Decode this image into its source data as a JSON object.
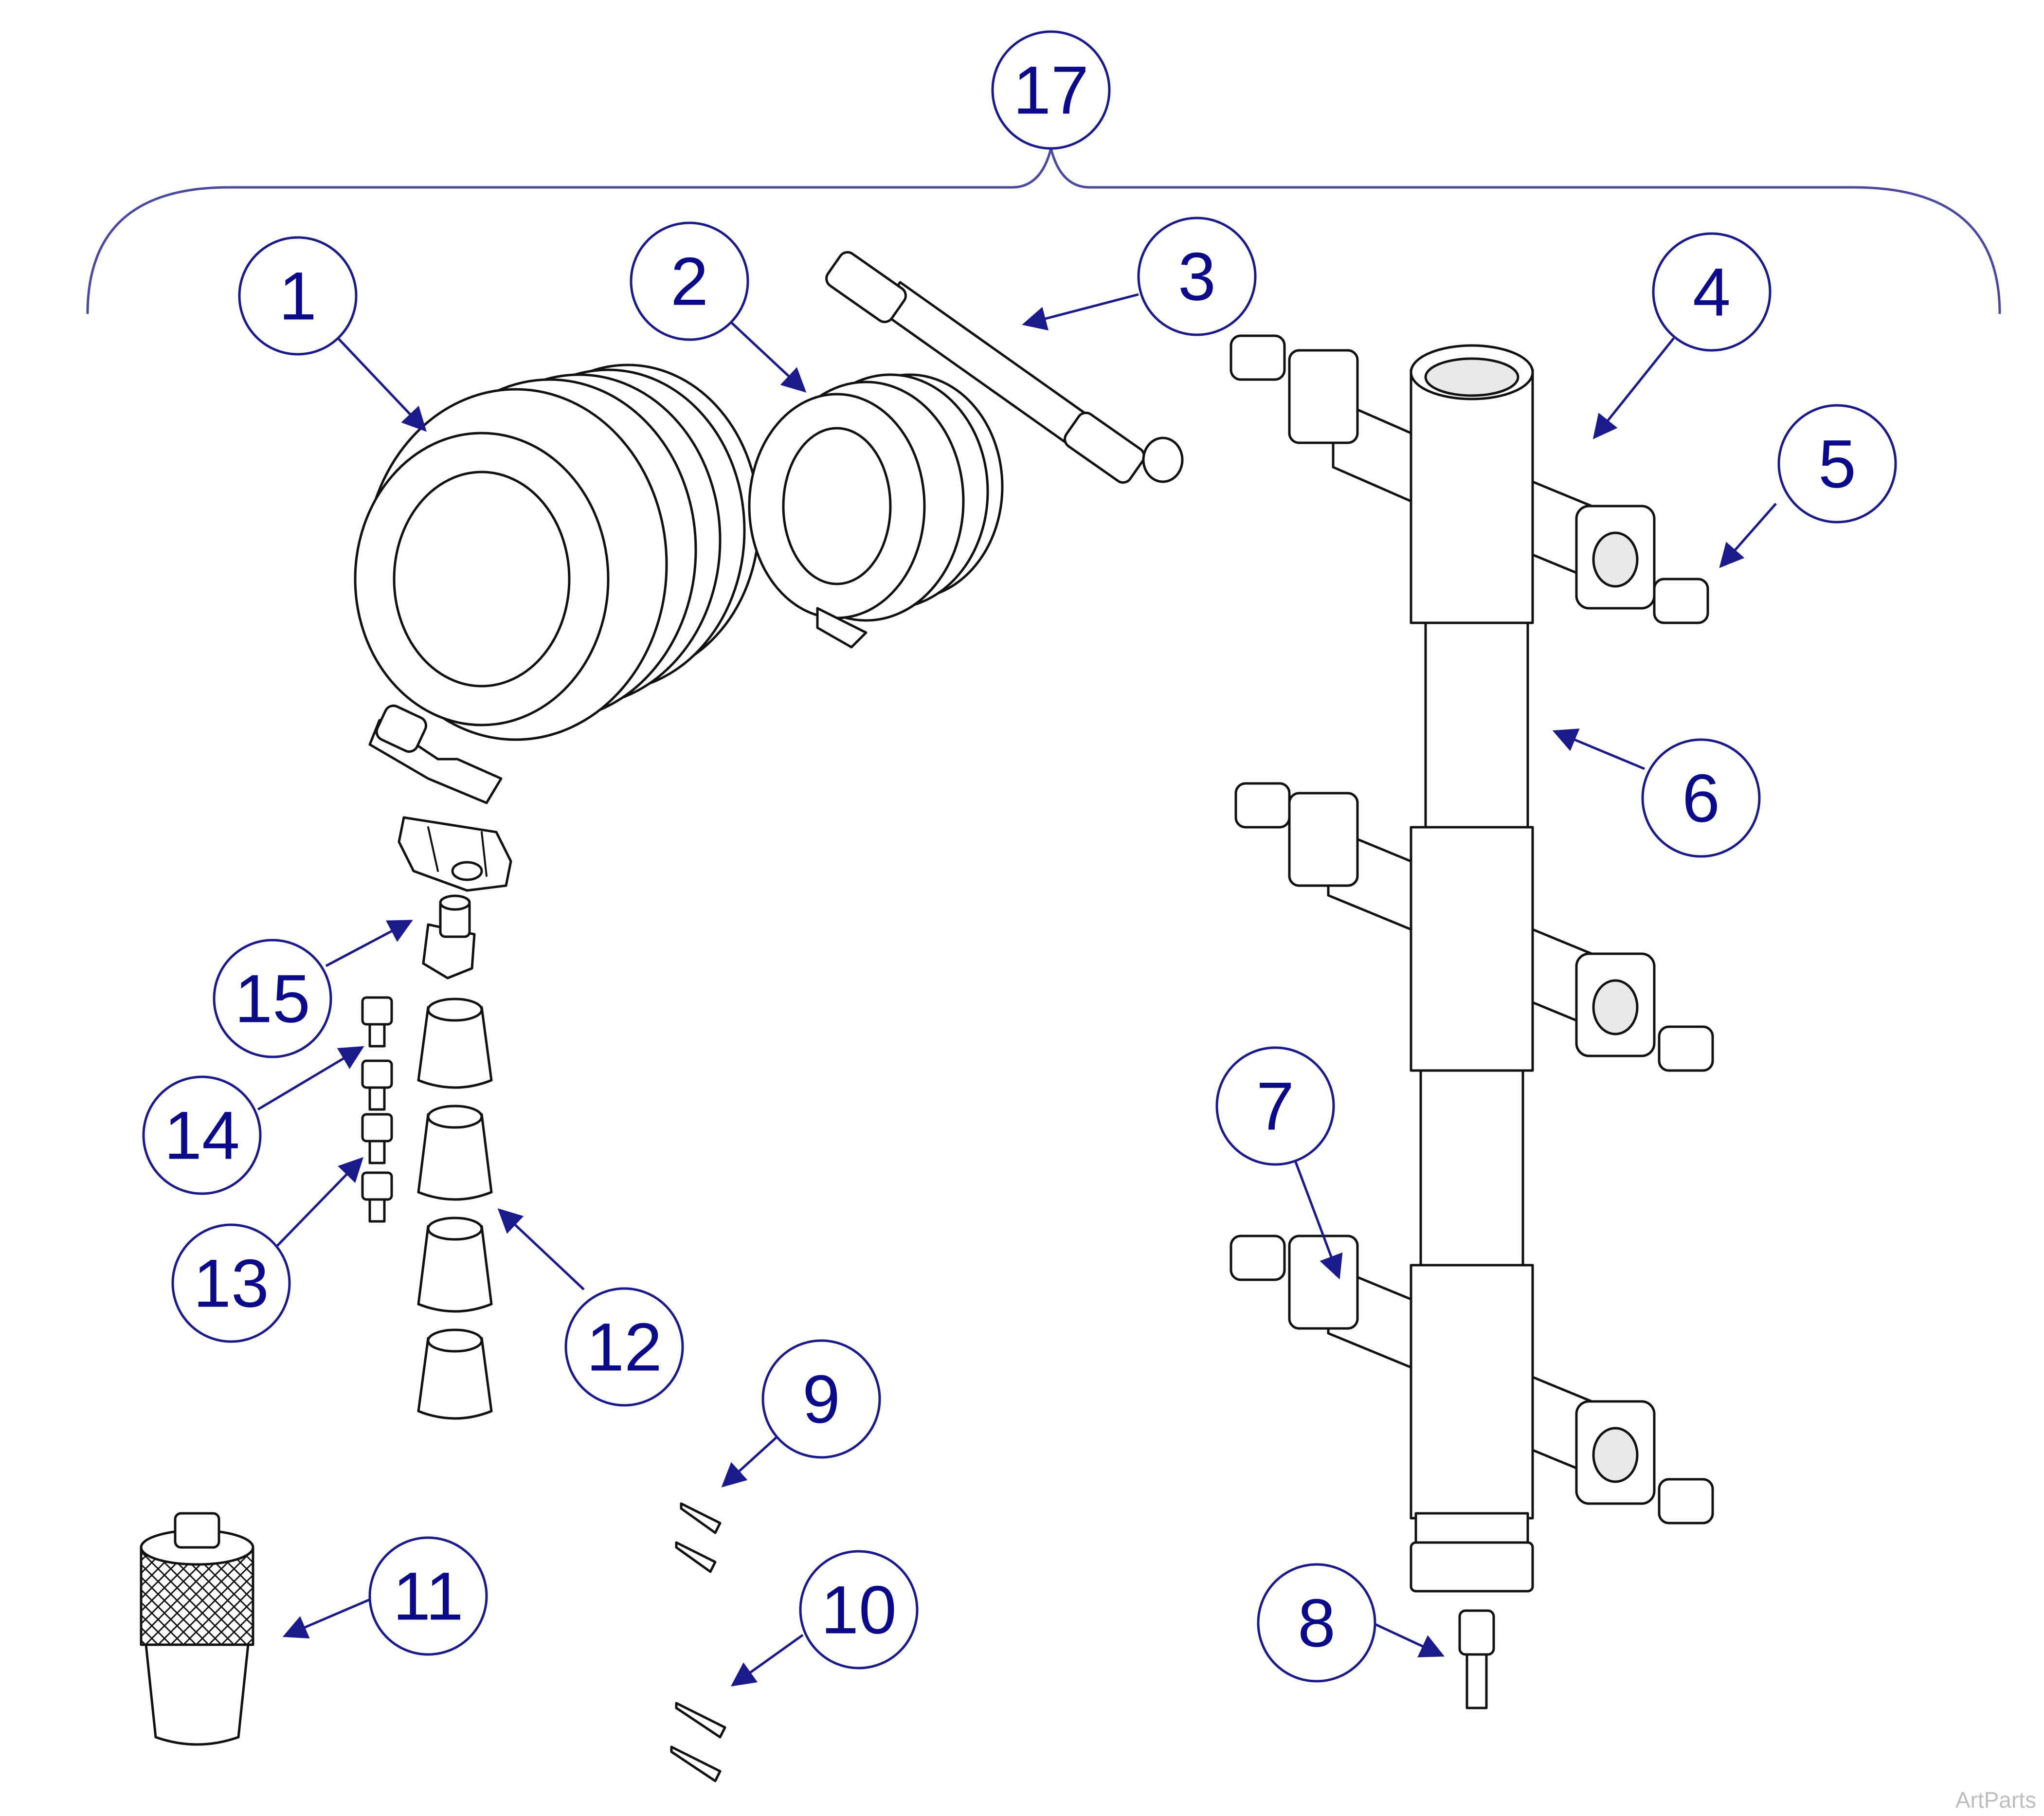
{
  "colors": {
    "callout": "#1a1a8c",
    "callout_text": "#0a0a8a",
    "line_art": "#111111",
    "background": "#ffffff"
  },
  "callouts": [
    {
      "id": "1",
      "label": "1"
    },
    {
      "id": "2",
      "label": "2"
    },
    {
      "id": "3",
      "label": "3"
    },
    {
      "id": "4",
      "label": "4"
    },
    {
      "id": "5",
      "label": "5"
    },
    {
      "id": "6",
      "label": "6"
    },
    {
      "id": "7",
      "label": "7"
    },
    {
      "id": "8",
      "label": "8"
    },
    {
      "id": "9",
      "label": "9"
    },
    {
      "id": "10",
      "label": "10"
    },
    {
      "id": "11",
      "label": "11"
    },
    {
      "id": "12",
      "label": "12"
    },
    {
      "id": "13",
      "label": "13"
    },
    {
      "id": "14",
      "label": "14"
    },
    {
      "id": "15",
      "label": "15"
    },
    {
      "id": "17",
      "label": "17"
    }
  ],
  "watermark": "ArtParts"
}
